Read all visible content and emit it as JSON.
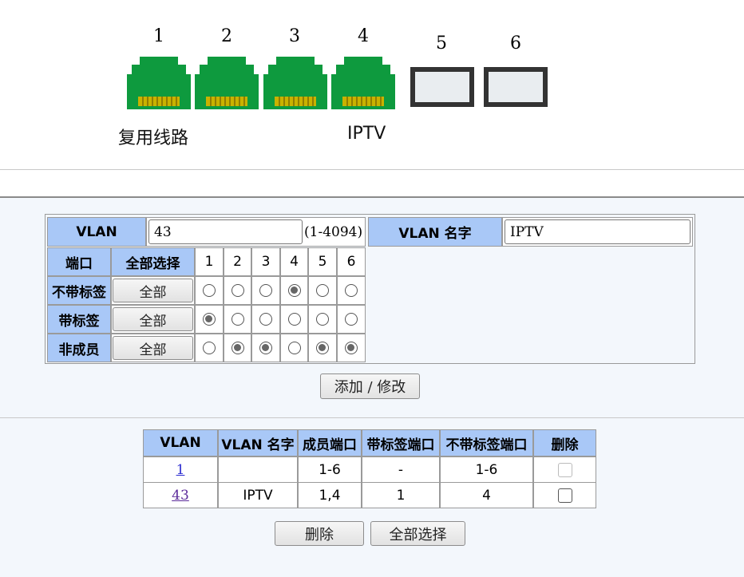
{
  "ports": {
    "numbers": [
      "1",
      "2",
      "3",
      "4",
      "5",
      "6"
    ],
    "labels": {
      "port1": "复用线路",
      "port4": "IPTV"
    }
  },
  "form": {
    "vlan_label": "VLAN",
    "vlan_value": "43",
    "vlan_range": "(1-4094)",
    "name_label": "VLAN 名字",
    "name_value": "IPTV",
    "port_label": "端口",
    "select_all_label": "全部选择",
    "port_cols": [
      "1",
      "2",
      "3",
      "4",
      "5",
      "6"
    ],
    "rows": [
      {
        "label": "不带标签",
        "button": "全部",
        "selected": [
          false,
          false,
          false,
          true,
          false,
          false
        ]
      },
      {
        "label": "带标签",
        "button": "全部",
        "selected": [
          true,
          false,
          false,
          false,
          false,
          false
        ]
      },
      {
        "label": "非成员",
        "button": "全部",
        "selected": [
          false,
          true,
          true,
          false,
          true,
          true
        ]
      }
    ],
    "submit_label": "添加 / 修改"
  },
  "table": {
    "headers": [
      "VLAN",
      "VLAN 名字",
      "成员端口",
      "带标签端口",
      "不带标签端口",
      "删除"
    ],
    "rows": [
      {
        "vlan": "1",
        "name": "",
        "members": "1-6",
        "tagged": "-",
        "untagged": "1-6",
        "deletable": false
      },
      {
        "vlan": "43",
        "name": "IPTV",
        "members": "1,4",
        "tagged": "1",
        "untagged": "4",
        "deletable": true
      }
    ],
    "delete_label": "删除",
    "select_all_label": "全部选择"
  },
  "colors": {
    "header_bg": "#a9c8f7",
    "port_green": "#0e9a3e",
    "port_gold": "#c9b200",
    "page_bg": "#f3f7fc"
  }
}
